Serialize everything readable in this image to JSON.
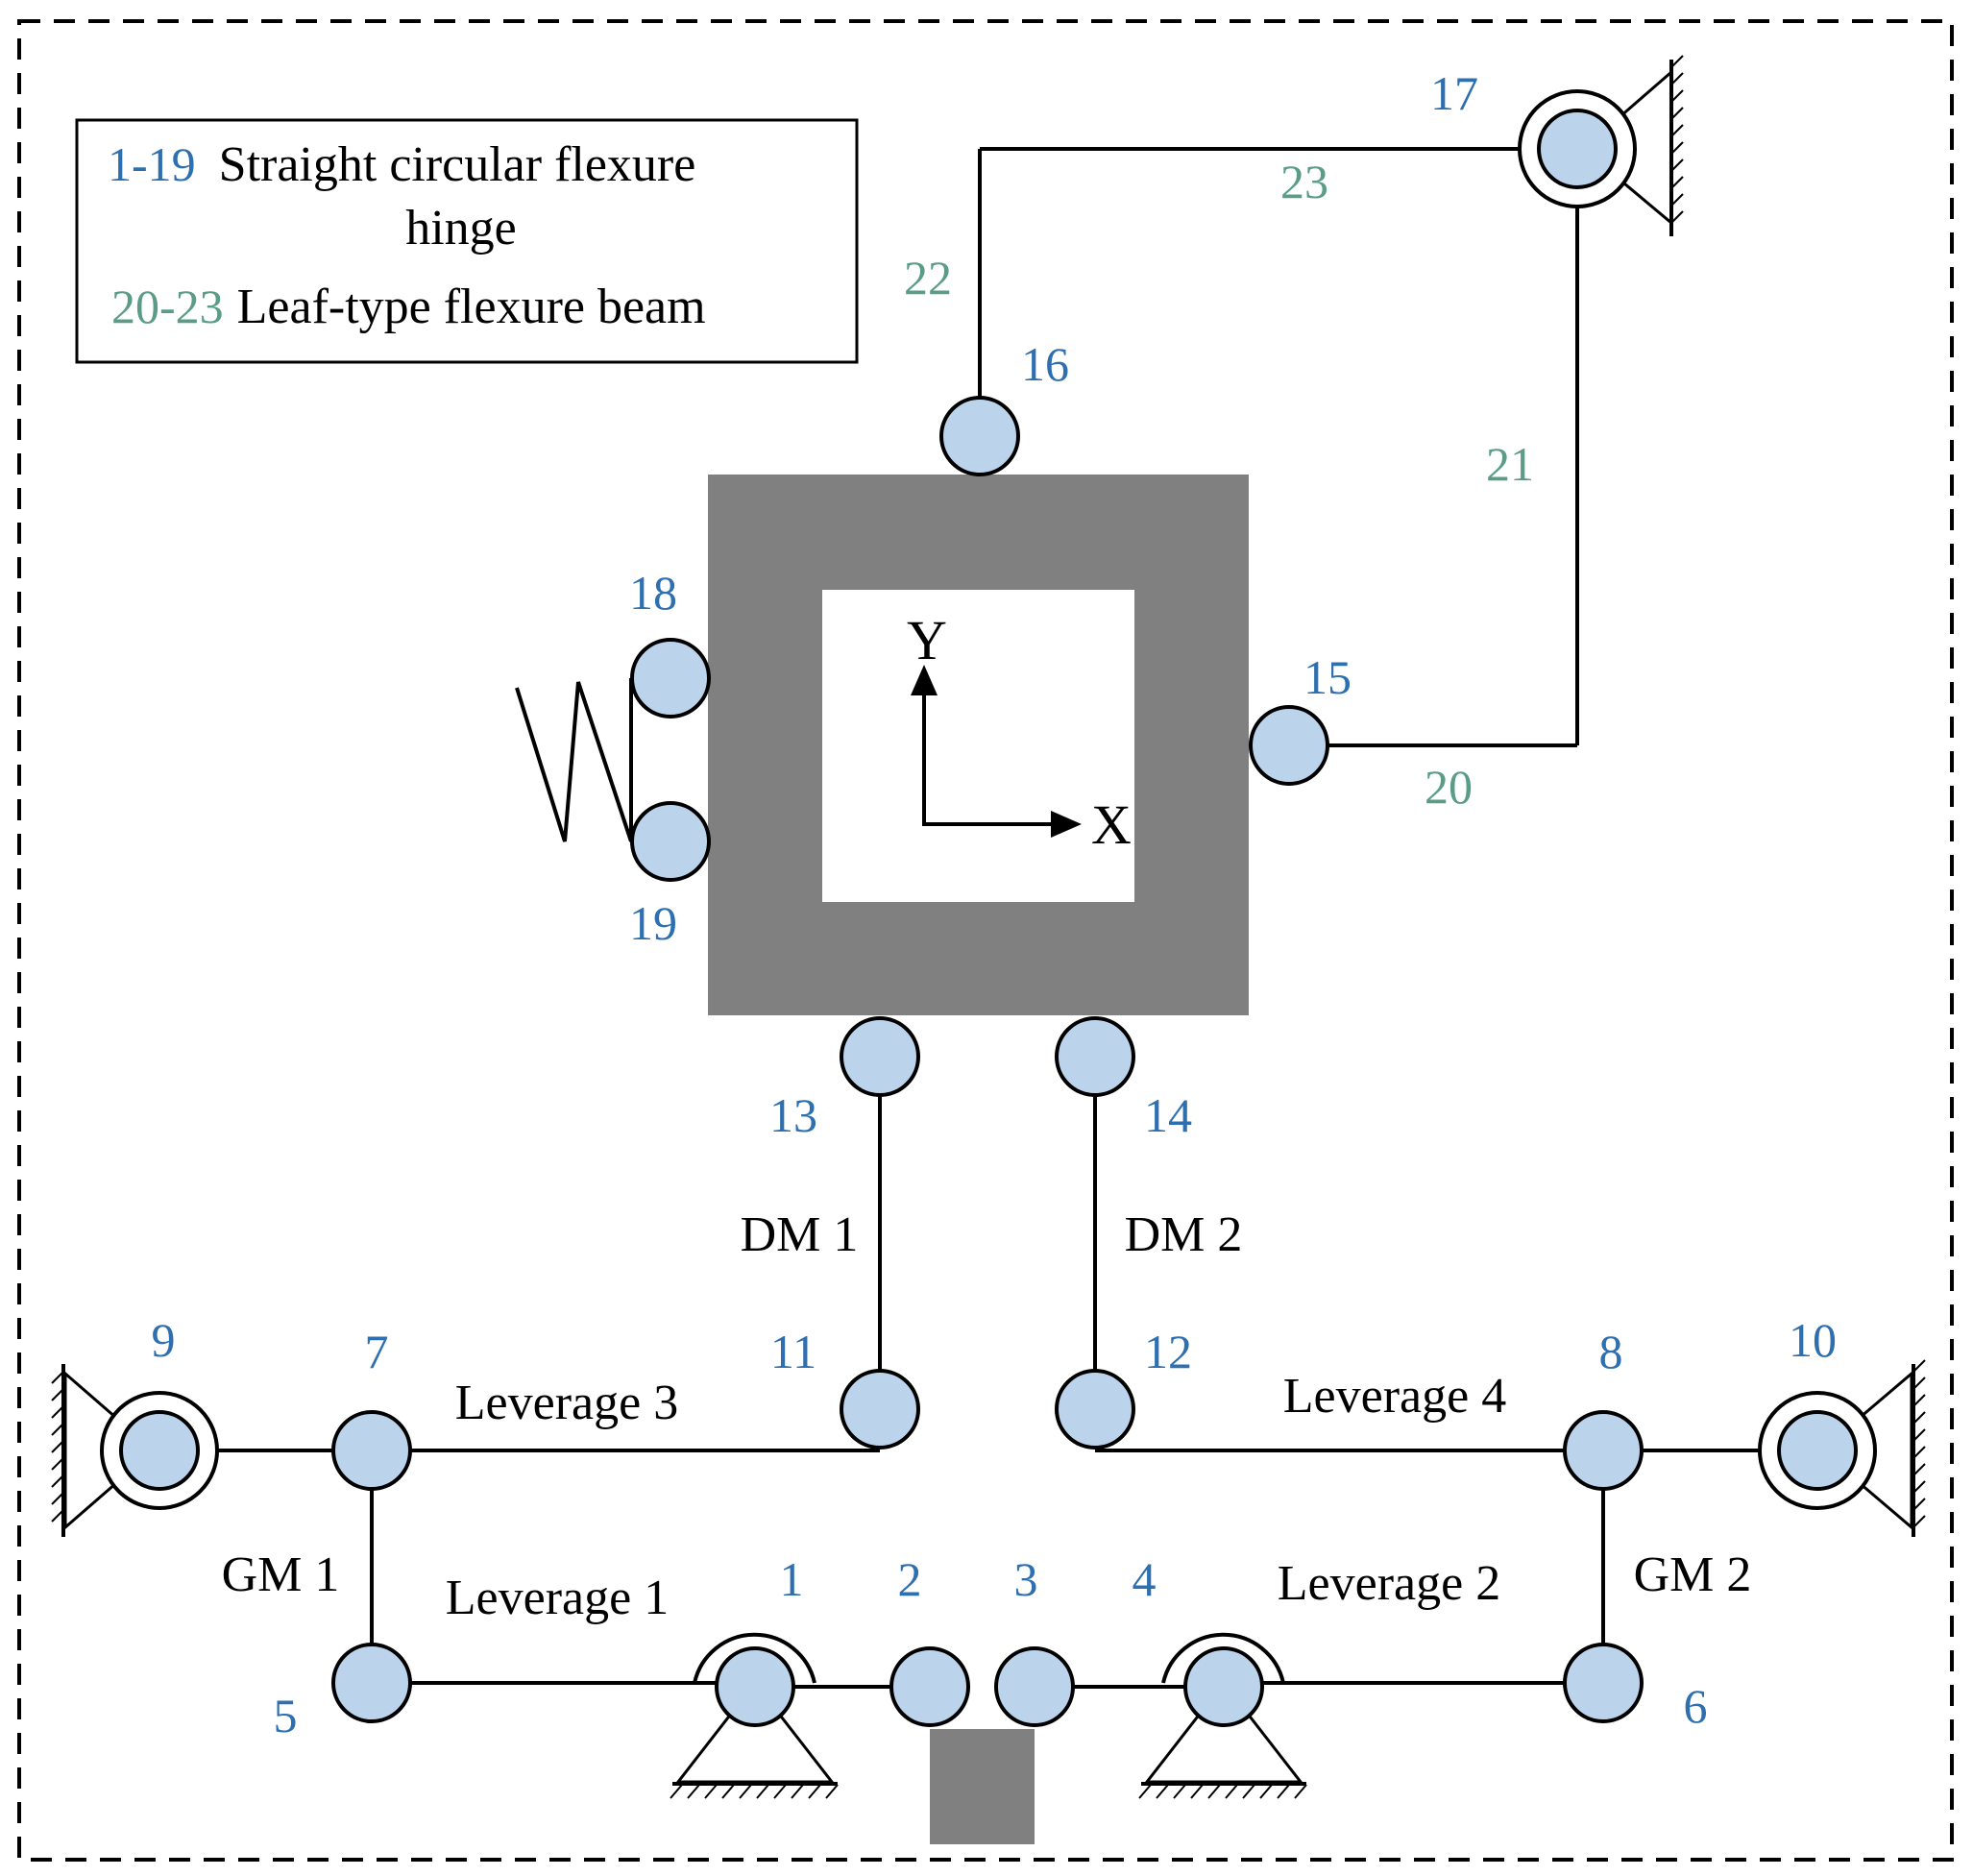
{
  "legend": {
    "hinge_range": "1-19",
    "hinge_text_line1": "Straight circular flexure",
    "hinge_text_line2": "hinge",
    "beam_range": "20-23",
    "beam_text": "Leaf-type flexure beam"
  },
  "colors": {
    "hinge_fill": "#bcd3ec",
    "hinge_label": "#2e6fb0",
    "beam_label": "#5a9c84",
    "stage_block": "#808080"
  },
  "axes": {
    "x": "X",
    "y": "Y"
  },
  "hinges": {
    "h1": "1",
    "h2": "2",
    "h3": "3",
    "h4": "4",
    "h5": "5",
    "h6": "6",
    "h7": "7",
    "h8": "8",
    "h9": "9",
    "h10": "10",
    "h11": "11",
    "h12": "12",
    "h13": "13",
    "h14": "14",
    "h15": "15",
    "h16": "16",
    "h17": "17",
    "h18": "18",
    "h19": "19"
  },
  "beams": {
    "b20": "20",
    "b21": "21",
    "b22": "22",
    "b23": "23"
  },
  "mechanisms": {
    "lev1": "Leverage 1",
    "lev2": "Leverage 2",
    "lev3": "Leverage 3",
    "lev4": "Leverage 4",
    "gm1": "GM 1",
    "gm2": "GM 2",
    "dm1": "DM 1",
    "dm2": "DM 2"
  }
}
